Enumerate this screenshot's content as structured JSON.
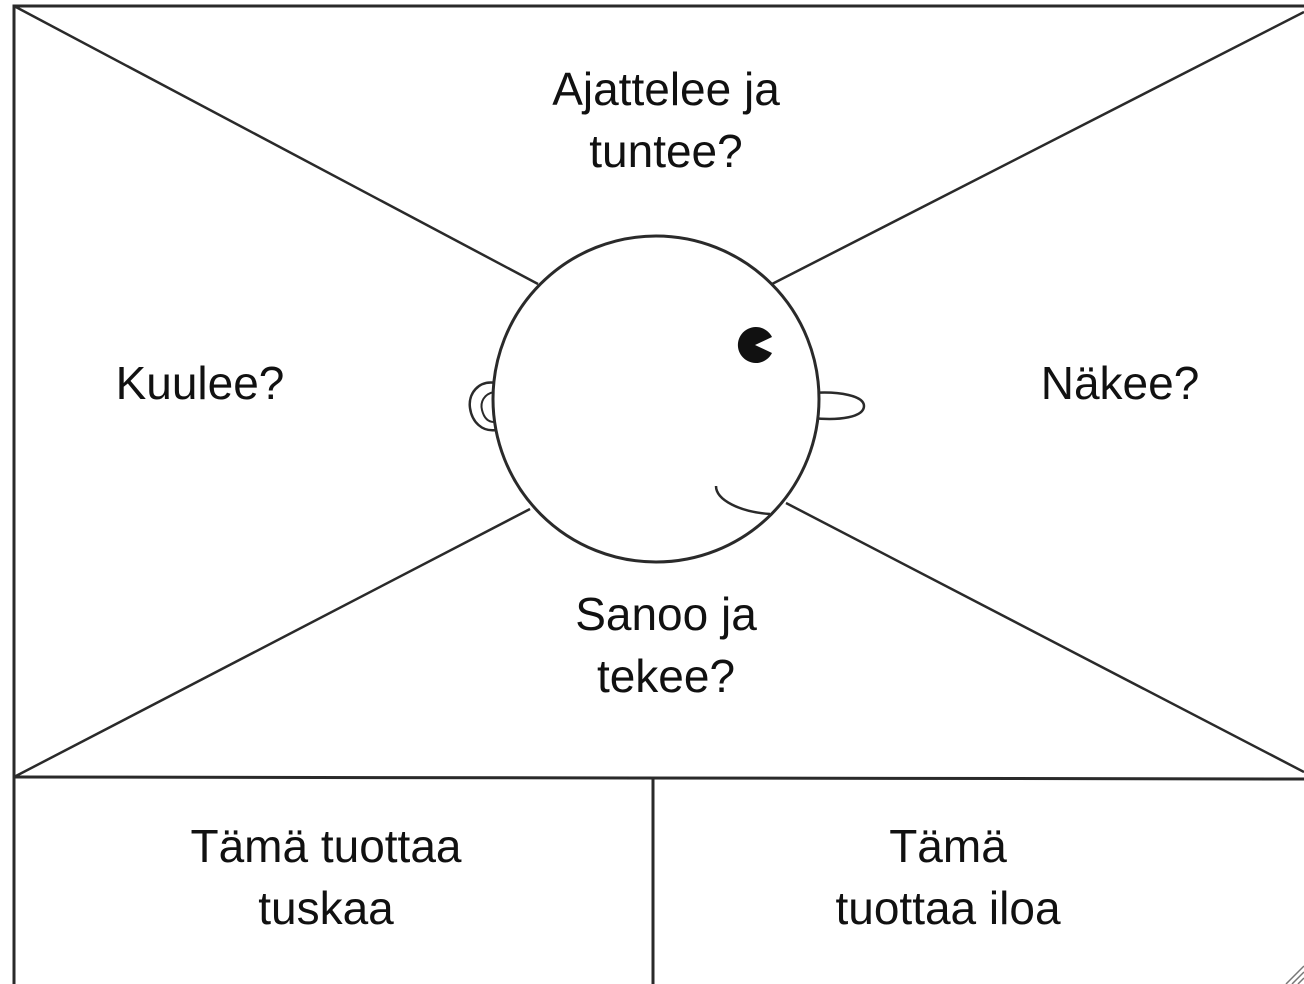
{
  "empathy_map": {
    "thinks_feels": {
      "line1": "Ajattelee ja",
      "line2": "tuntee?"
    },
    "hears": {
      "text": "Kuulee?"
    },
    "sees": {
      "text": "Näkee?"
    },
    "says_does": {
      "line1": "Sanoo ja",
      "line2": "tekee?"
    },
    "pain": {
      "line1": "Tämä tuottaa",
      "line2": "tuskaa"
    },
    "gain": {
      "line1": "Tämä",
      "line2": "tuottaa iloa"
    }
  },
  "colors": {
    "line": "#2a2a2a",
    "text": "#111111",
    "background": "#ffffff"
  }
}
